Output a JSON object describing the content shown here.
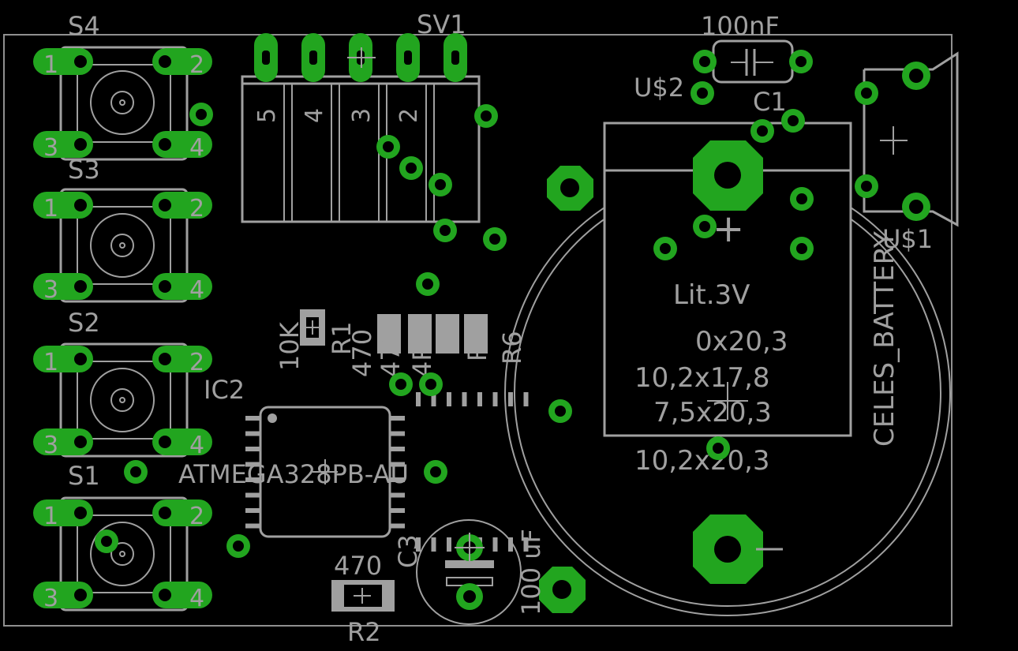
{
  "colors": {
    "background": "#000000",
    "silkscreen": "#a0a0a0",
    "copper_pad": "#22a51f",
    "outline": "#909090"
  },
  "labels": {
    "s4": "S4",
    "s3": "S3",
    "s2": "S2",
    "s1": "S1",
    "sv1": "SV1",
    "c1_value": "100nF",
    "c1": "C1",
    "u2": "U$2",
    "u1": "U$1",
    "ic2": "IC2",
    "ic2_value": "ATMEGA328PB-AU",
    "r1": "R1",
    "r1_value": "10K",
    "r2": "R2",
    "r2_value": "470",
    "r3_value": "470",
    "r4_value": "470",
    "r5_value": "4R0",
    "r5": "R5",
    "r6": "R6",
    "c3": "C3",
    "c3_value": "100 uF",
    "battery_name": "CELES_BATTERY",
    "battery_type": "Lit.3V",
    "dim1": "0x20,3",
    "dim2": "10,2x17,8",
    "dim3": "7,5x20,3",
    "dim4": "10,2x20,3",
    "plus": "+"
  },
  "header_pins": [
    "5",
    "4",
    "3",
    "2"
  ],
  "switch_pins": [
    "1",
    "2",
    "3",
    "4"
  ]
}
